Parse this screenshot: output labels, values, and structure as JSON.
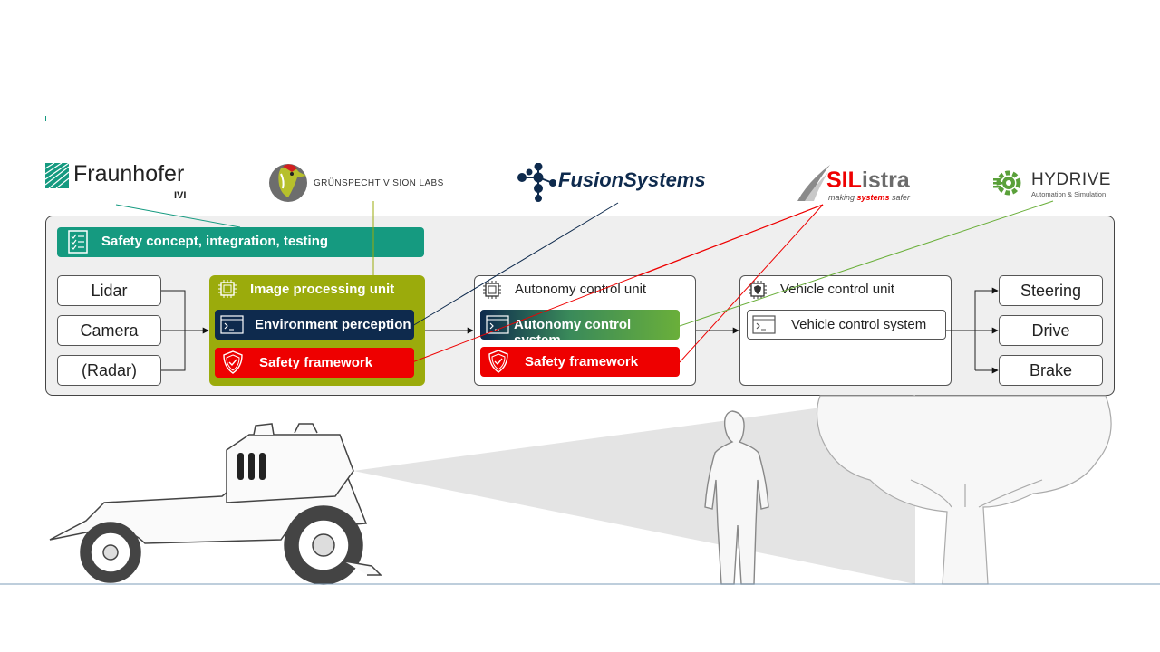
{
  "logos": {
    "fraunhofer": {
      "name": "Fraunhofer",
      "sub": "IVI"
    },
    "gruenspecht": {
      "name": "GRÜNSPECHT VISION LABS"
    },
    "fusion": {
      "name": "FusionSystems"
    },
    "silistra": {
      "name_red": "SIL",
      "name_gray": "istra",
      "tagline_a": "making ",
      "tagline_b": "systems",
      "tagline_c": " safer"
    },
    "hydrive": {
      "name": "HYDRIVE",
      "tagline": "Automation & Simulation"
    }
  },
  "safety_concept": {
    "label": "Safety concept, integration, testing"
  },
  "sensors": [
    "Lidar",
    "Camera",
    "(Radar)"
  ],
  "image_processing_unit": {
    "title": "Image processing unit",
    "env_perception": "Environment perception",
    "safety_framework": "Safety framework"
  },
  "autonomy_control_unit": {
    "title": "Autonomy control unit",
    "system": "Autonomy control system",
    "safety_framework": "Safety framework"
  },
  "vehicle_control_unit": {
    "title": "Vehicle control unit",
    "system": "Vehicle control system"
  },
  "actuators": [
    "Steering",
    "Drive",
    "Brake"
  ],
  "colors": {
    "teal": "#159a80",
    "olive": "#9bab0c",
    "navy": "#0e2a4d",
    "red": "#ee0000",
    "green": "#6aaf3a",
    "panel": "#efefef"
  },
  "icons": [
    "checklist-icon",
    "chip-icon",
    "terminal-icon",
    "shield-icon"
  ]
}
